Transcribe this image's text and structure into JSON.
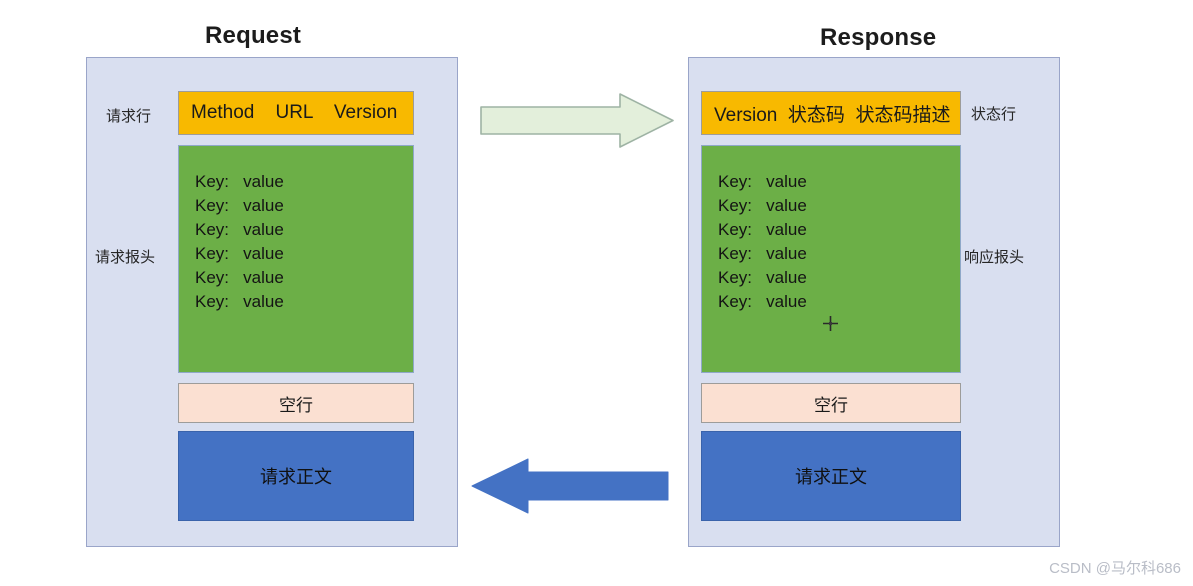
{
  "panels": {
    "request": {
      "title": "Request",
      "labels": {
        "line": "请求行",
        "headers": "请求报头"
      },
      "start_line": "Method    URL    Version",
      "headers": [
        "Key:   value",
        "Key:   value",
        "Key:   value",
        "Key:   value",
        "Key:   value",
        "Key:   value"
      ],
      "blank_line": "空行",
      "body": "请求正文"
    },
    "response": {
      "title": "Response",
      "labels": {
        "line": "状态行",
        "headers": "响应报头"
      },
      "start_line": "Version  状态码  状态码描述",
      "headers": [
        "Key:   value",
        "Key:   value",
        "Key:   value",
        "Key:   value",
        "Key:   value",
        "Key:   value"
      ],
      "blank_line": "空行",
      "body": "请求正文"
    }
  },
  "arrows": {
    "request_arrow_name": "request-flow-arrow-right",
    "response_arrow_name": "response-flow-arrow-left"
  },
  "colors": {
    "panel_background": "#d9dff0",
    "panel_border": "#9aa5c9",
    "start_line": "#f8b900",
    "headers_block": "#6caf47",
    "blank_line": "#fbe0d2",
    "body_block": "#4472c4",
    "arrow_request": "#e2efd9",
    "arrow_request_border": "#9bb0a0",
    "arrow_response": "#4472c4",
    "title_text": "#1c1c1c",
    "watermark_text": "#b9bdc7"
  },
  "watermark": "CSDN @马尔科686"
}
